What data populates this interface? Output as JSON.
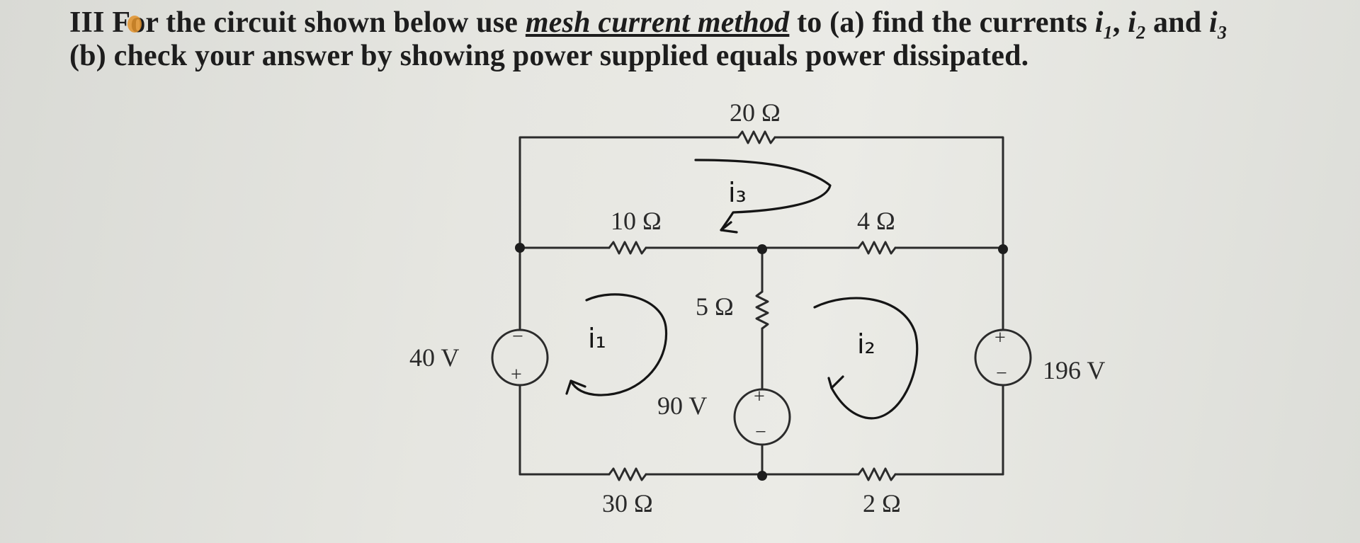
{
  "question": {
    "line1_prefix": "III For the circuit shown below use ",
    "line1_method": "mesh current method",
    "line1_mid": " to (a) find the currents ",
    "i1": "i",
    "i1_sub": "1",
    "sep1": ", ",
    "i2": "i",
    "i2_sub": "2",
    "and": " and ",
    "i3": "i",
    "i3_sub": "3",
    "line2": "(b) check your answer by showing power supplied equals power dissipated."
  },
  "circuit": {
    "r_top": "20 Ω",
    "r_left_mid": "10 Ω",
    "r_right_mid": "4 Ω",
    "r_center": "5 Ω",
    "r_bottom_left": "30 Ω",
    "r_bottom_right": "2 Ω",
    "v_left": "40 V",
    "v_center": "90 V",
    "v_right": "196 V",
    "plus": "+",
    "minus": "−"
  },
  "annotations": {
    "mesh1": "i₁",
    "mesh2": "i₂",
    "mesh3": "i₃"
  },
  "colors": {
    "ink": "#1d1d1d",
    "wire": "#2b2b2b",
    "marker": "#e2922a"
  }
}
